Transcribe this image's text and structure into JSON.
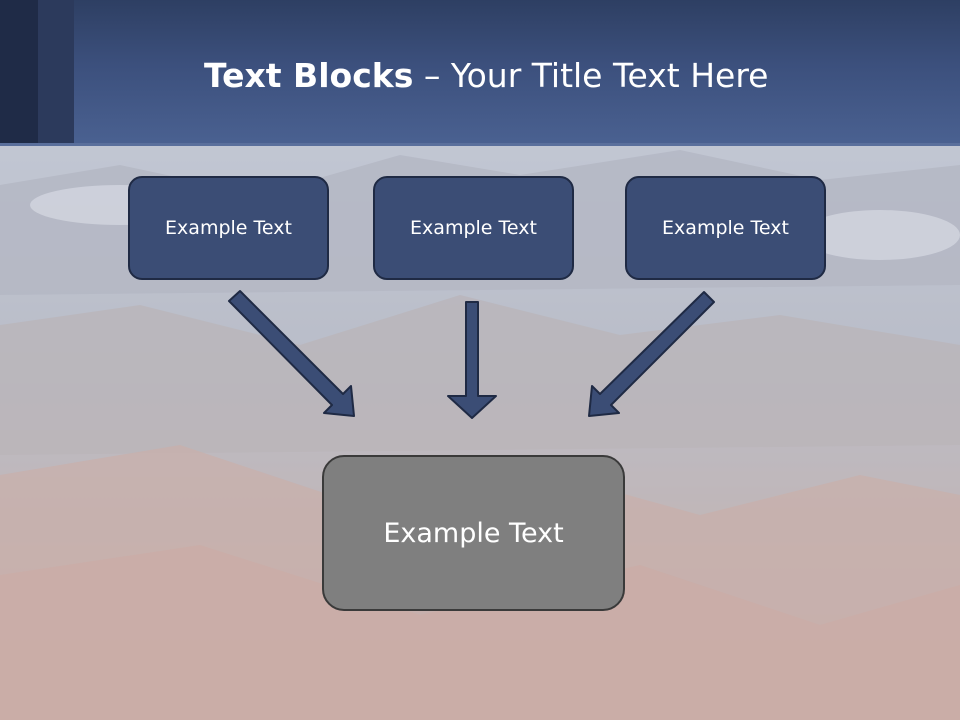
{
  "slide": {
    "title_bold": "Text Blocks",
    "title_dash": " – ",
    "title_rest": "Your Title Text Here"
  },
  "diagram": {
    "top_boxes": [
      {
        "label": "Example Text"
      },
      {
        "label": "Example Text"
      },
      {
        "label": "Example Text"
      }
    ],
    "bottom_box": {
      "label": "Example Text"
    }
  },
  "colors": {
    "header": "#3c507d",
    "box_fill": "#3b4d75",
    "box_border": "#1f2a44",
    "main_box_fill": "#7f7f7f",
    "arrow_fill": "#3b4d75"
  }
}
